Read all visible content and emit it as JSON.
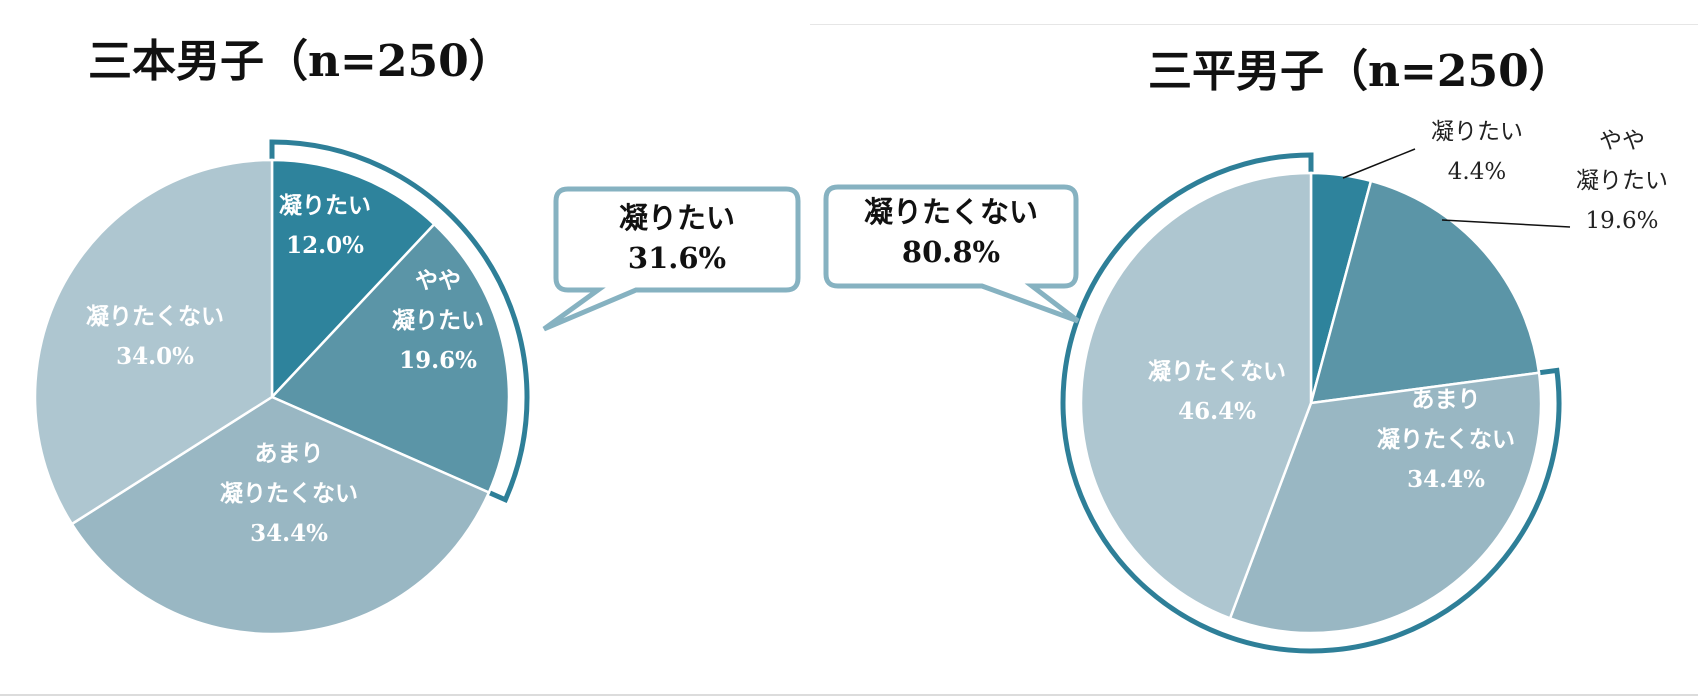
{
  "chart_data": [
    {
      "type": "pie",
      "title": "三本男子（n=250）",
      "colors": [
        "#2e839c",
        "#5b95a7",
        "#99b7c3",
        "#aec6d0"
      ],
      "slices": [
        {
          "label": [
            "凝りたい"
          ],
          "value": 12.0,
          "text": "12.0%"
        },
        {
          "label": [
            "やや",
            "凝りたい"
          ],
          "value": 19.6,
          "text": "19.6%"
        },
        {
          "label": [
            "あまり",
            "凝りたくない"
          ],
          "value": 34.4,
          "text": "34.4%"
        },
        {
          "label": [
            "凝りたくない"
          ],
          "value": 34.0,
          "text": "34.0%"
        }
      ],
      "callout": {
        "label": "凝りたい",
        "value": "31.6%"
      }
    },
    {
      "type": "pie",
      "title": "三平男子（n=250）",
      "colors": [
        "#2e839c",
        "#5b95a7",
        "#99b7c3",
        "#aec6d0"
      ],
      "slices": [
        {
          "label": [
            "凝りたい"
          ],
          "value": 4.4,
          "text": "4.4%"
        },
        {
          "label": [
            "やや",
            "凝りたい"
          ],
          "value": 19.6,
          "text": "19.6%"
        },
        {
          "label": [
            "あまり",
            "凝りたくない"
          ],
          "value": 34.4,
          "text": "34.4%"
        },
        {
          "label": [
            "凝りたくない"
          ],
          "value": 46.4,
          "text": "46.4%"
        }
      ],
      "callout": {
        "label": "凝りたくない",
        "value": "80.8%"
      }
    }
  ]
}
